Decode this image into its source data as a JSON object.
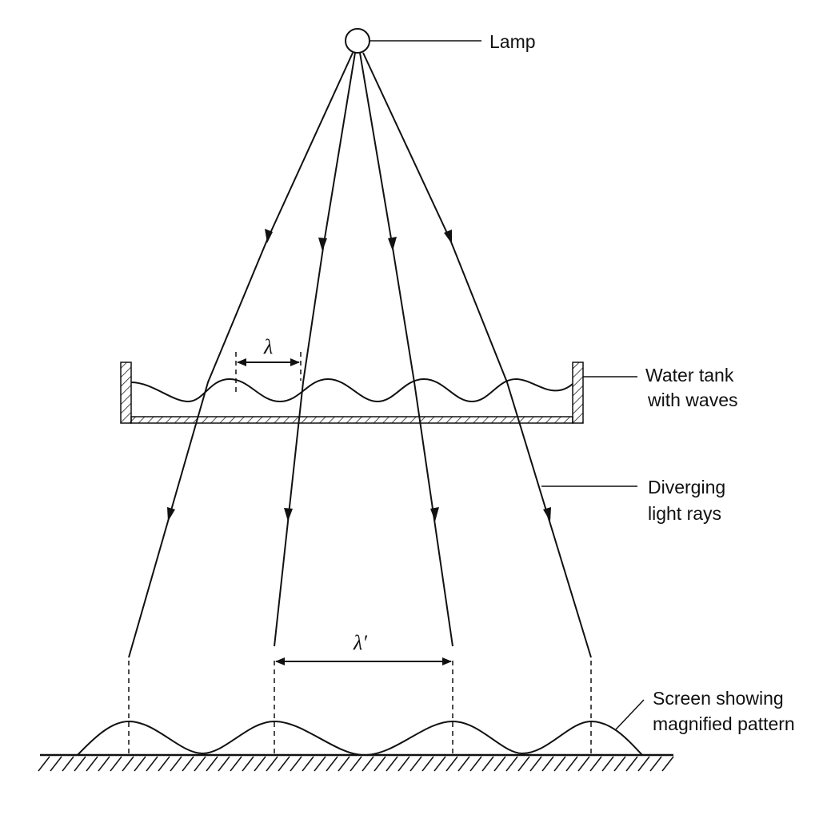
{
  "labels": {
    "lamp": "Lamp",
    "tank_line1": "Water tank",
    "tank_line2": "with waves",
    "rays_line1": "Diverging",
    "rays_line2": "light rays",
    "screen_line1": "Screen showing",
    "screen_line2": "magnified pattern"
  },
  "symbols": {
    "wavelength": "λ",
    "magnified_wavelength": "λ′"
  },
  "colors": {
    "stroke": "#111111",
    "background": "#ffffff"
  }
}
